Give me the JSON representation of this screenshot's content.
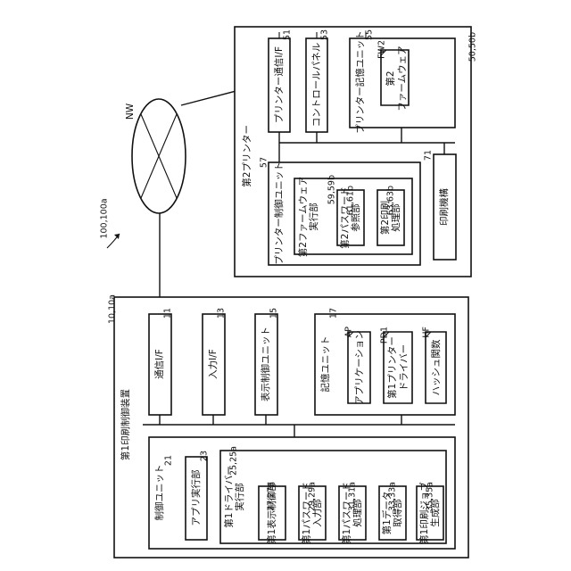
{
  "figure": {
    "system_ref": "100,100a",
    "network": {
      "label": "NW"
    },
    "first_device": {
      "ref": "10,10a",
      "title": "第1印刷制御装置",
      "comm_if": {
        "ref": "11",
        "label": "通信I/F"
      },
      "input_if": {
        "ref": "13",
        "label": "入力I/F"
      },
      "display_ctrl": {
        "ref": "15",
        "label": "表示制御ユニット"
      },
      "storage": {
        "ref": "17",
        "label": "記憶ユニット",
        "app": {
          "ref": "AP",
          "label": "アプリケーション"
        },
        "driver": {
          "ref": "PD1",
          "line1": "第1プリンター",
          "line2": "ドライバー"
        },
        "hash": {
          "ref": "HF",
          "label": "ハッシュ関数"
        }
      },
      "control": {
        "ref": "21",
        "label": "制御ユニット",
        "app_exec": {
          "ref": "23",
          "label": "アプリ実行部"
        },
        "driver_exec": {
          "ref": "25,25a",
          "line1": "第1ドライバー",
          "line2": "実行部",
          "units": [
            {
              "ref": "27,27a",
              "line1": "第1表示制御部",
              "line2": ""
            },
            {
              "ref": "29,29a",
              "line1": "第1パスワード",
              "line2": "入力部"
            },
            {
              "ref": "31,31a",
              "line1": "第1パスワード",
              "line2": "処理部"
            },
            {
              "ref": "33,33a",
              "line1": "第1データ",
              "line2": "取得部"
            },
            {
              "ref": "35,35a",
              "line1": "第1印刷ジョブ",
              "line2": "生成部"
            }
          ]
        }
      }
    },
    "second_printer": {
      "ref": "50,50b",
      "title": "第2プリンター",
      "comm_if": {
        "ref": "51",
        "label": "プリンター通信I/F"
      },
      "panel": {
        "ref": "53",
        "label": "コントロールパネル"
      },
      "storage": {
        "ref": "55",
        "label": "プリンター記憶ユニット",
        "fw": {
          "ref": "FW2",
          "line1": "第2",
          "line2": "ファームウェア"
        }
      },
      "control": {
        "ref": "57",
        "label": "プリンター制御ユニット",
        "fw_exec": {
          "ref": "59,59b",
          "line1": "第2ファームウェア",
          "line2": "実行部",
          "units": [
            {
              "ref": "61,61b",
              "line1": "第2パスワード",
              "line2": "参照部"
            },
            {
              "ref": "63,63b",
              "line1": "第2印刷",
              "line2": "処理部"
            }
          ]
        }
      },
      "mechanism": {
        "ref": "71",
        "label": "印刷機構"
      }
    }
  }
}
